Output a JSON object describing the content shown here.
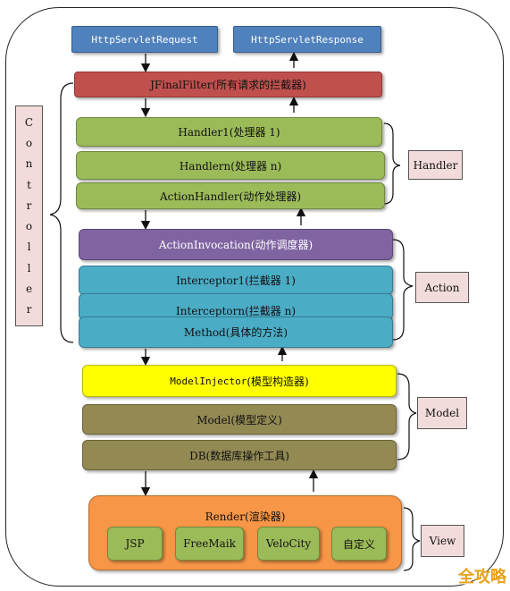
{
  "request": "HttpServletRequest",
  "response": "HttpServletResponse",
  "filter": "JFinalFilter(所有请求的拦截器)",
  "controller_label": [
    "C",
    "o",
    "n",
    "t",
    "r",
    "o",
    "l",
    "l",
    "e",
    "r"
  ],
  "handler": {
    "items": [
      "Handler1(处理器 1)",
      "Handlern(处理器 n)",
      "ActionHandler(动作处理器)"
    ],
    "group_label": "Handler"
  },
  "action": {
    "invocation": "ActionInvocation(动作调度器)",
    "items": [
      "Interceptor1(拦截器 1)",
      "Interceptorn(拦截器 n)",
      "Method(具体的方法)"
    ],
    "group_label": "Action"
  },
  "model": {
    "injector_code": "ModelInjector",
    "injector_text": "(模型构造器)",
    "model": "Model(模型定义)",
    "db": "DB(数据库操作工具)",
    "group_label": "Model"
  },
  "view": {
    "render": "Render(渲染器)",
    "items": [
      "JSP",
      "FreeMaik",
      "VeloCity",
      "自定义"
    ],
    "group_label": "View"
  },
  "watermark": "全攻略",
  "colors": {
    "request": "#4f81bd",
    "filter": "#c0504d",
    "handler": "#9bbb59",
    "invocation": "#8064a2",
    "interceptor": "#4bacc6",
    "injector": "#ffff00",
    "model": "#938953",
    "render": "#f79646",
    "group_label_bg": "#f2dcdb"
  }
}
